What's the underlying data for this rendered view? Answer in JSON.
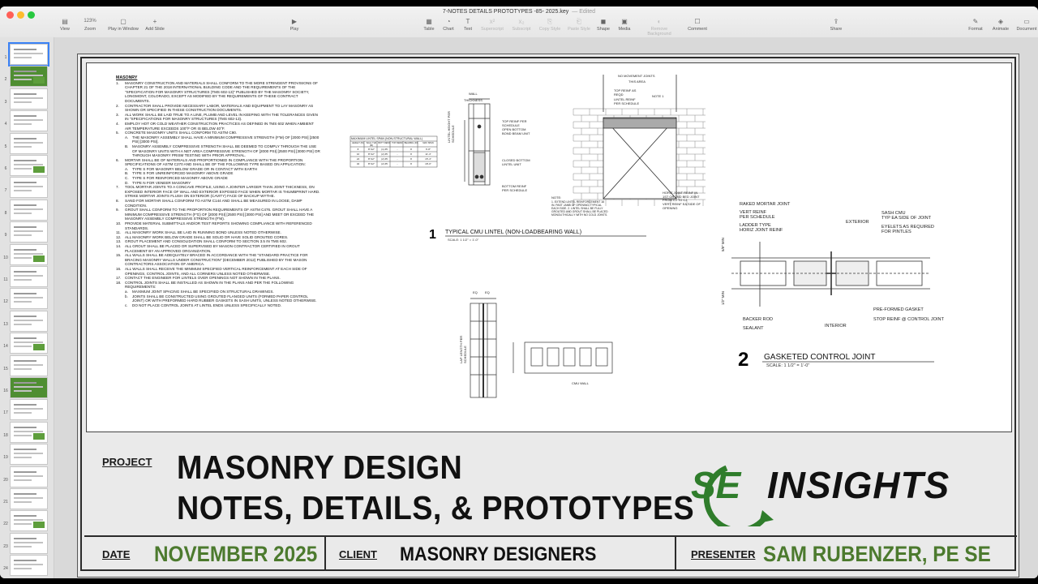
{
  "window": {
    "title": "7-NOTES DETAILS PROTOTYPES -85- 2025.key",
    "status": "— Edited"
  },
  "toolbar": {
    "zoom_value": "123%",
    "items": [
      {
        "label": "View",
        "icon": "sidebar-icon"
      },
      {
        "label": "Zoom",
        "icon": "zoom-icon"
      },
      {
        "label": "Play in Window",
        "icon": "window-icon"
      },
      {
        "label": "Add Slide",
        "icon": "plus-icon"
      },
      {
        "label": "Play",
        "icon": "play-icon"
      },
      {
        "label": "Table",
        "icon": "table-icon"
      },
      {
        "label": "Chart",
        "icon": "chart-icon"
      },
      {
        "label": "Text",
        "icon": "text-icon"
      },
      {
        "label": "Superscript",
        "icon": "superscript-icon"
      },
      {
        "label": "Subscript",
        "icon": "subscript-icon"
      },
      {
        "label": "Copy Style",
        "icon": "copy-style-icon"
      },
      {
        "label": "Paste Style",
        "icon": "paste-style-icon"
      },
      {
        "label": "Shape",
        "icon": "shape-icon"
      },
      {
        "label": "Media",
        "icon": "media-icon"
      },
      {
        "label": "Remove Background",
        "icon": "remove-bg-icon"
      },
      {
        "label": "Comment",
        "icon": "comment-icon"
      },
      {
        "label": "Share",
        "icon": "share-icon"
      },
      {
        "label": "Format",
        "icon": "format-icon"
      },
      {
        "label": "Animate",
        "icon": "animate-icon"
      },
      {
        "label": "Document",
        "icon": "document-icon"
      }
    ]
  },
  "sidebar": {
    "slide_numbers": [
      "1",
      "2",
      "3",
      "4",
      "5",
      "6",
      "7",
      "8",
      "9",
      "10",
      "11",
      "12",
      "13",
      "14",
      "15",
      "16",
      "17",
      "18",
      "19",
      "20",
      "21",
      "22",
      "23",
      "24"
    ]
  },
  "drawing": {
    "notes_title": "MASONRY",
    "notes": [
      {
        "k": "1.",
        "t": "MASONRY CONSTRUCTION AND MATERIALS SHALL CONFORM TO THE MORE STRINGENT PROVISIONS OF CHAPTER 21 OF THE 2018 INTERNATIONAL BUILDING CODE AND THE REQUIREMENTS OF THE \"SPECIFICATION FOR MASONRY STRUCTURES (TMS 602-13)\" PUBLISHED BY THE MASONRY SOCIETY, LONGMONT, COLORADO, EXCEPT AS MODIFIED BY THE REQUIREMENTS OF THESE CONTRACT DOCUMENTS."
      },
      {
        "k": "2.",
        "t": "CONTRACTOR SHALL PROVIDE NECESSARY LABOR, MATERIALS AND EQUIPMENT TO LAY MASONRY AS SHOWN OR SPECIFIED IN THESE CONSTRUCTION DOCUMENTS."
      },
      {
        "k": "3.",
        "t": "ALL WORK SHALL BE LAID TRUE TO A LINE, PLUMB AND LEVEL IN KEEPING WITH THE TOLERANCES GIVEN IN \"SPECIFICATIONS FOR MASONRY STRUCTURES (TMS 602-13)."
      },
      {
        "k": "4.",
        "t": "EMPLOY HOT OR COLD WEATHER CONSTRUCTION PRACTICES AS DEFINED IN TMS 602 WHEN AMBIENT AIR TEMPERATURE EXCEEDS 100°F OR IS BELOW 40°F."
      },
      {
        "k": "5.",
        "t": "CONCRETE MASONRY UNITS SHALL CONFORM TO ASTM C90."
      },
      {
        "k": "A.",
        "t": "THE MASONRY ASSEMBLY SHALL HAVE A MINIMUM COMPRESSIVE STRENGTH (F'M) OF [2000 PSI] [2500 PSI] [3000 PSI].",
        "sub": true
      },
      {
        "k": "B.",
        "t": "MASONRY ASSEMBLY COMPRESSIVE STRENGTH SHALL BE DEEMED TO COMPLY THROUGH THE USE OF MASONRY UNITS WITH A NET AREA COMPRESSIVE STRENGTH OF [2000 PSI] [2500 PSI] [3000 PSI] OR THROUGH MASONRY PRISM TESTING WITH PRIOR APPROVAL.",
        "sub": true
      },
      {
        "k": "6.",
        "t": "MORTAR SHALL BE OF MATERIALS AND PROPORTIONED IN COMPLIANCE WITH THE PROPORTION SPECIFICATIONS OF ASTM C270 AND SHALL BE OF THE FOLLOWING TYPE BASED ON APPLICATION:"
      },
      {
        "k": "A.",
        "t": "TYPE S FOR MASONRY BELOW GRADE OR IN CONTACT WITH EARTH",
        "sub": true
      },
      {
        "k": "B.",
        "t": "TYPE S FOR UNREINFORCED MASONRY ABOVE GRADE",
        "sub": true
      },
      {
        "k": "C.",
        "t": "TYPE S FOR REINFORCED MASONRY ABOVE GRADE",
        "sub": true
      },
      {
        "k": "D.",
        "t": "TYPE N FOR VENEER MASONRY",
        "sub": true
      },
      {
        "k": "7.",
        "t": "TOOL MORTAR JOINTS TO A CONCAVE PROFILE, USING A JOINTER LARGER THAN JOINT THICKNESS, ON EXPOSED INTERIOR FACE OF WALL AND EXTERIOR EXPOSED FACE WHEN MORTAR IS THUMBPRINT HARD. STRIKE MORTAR JOINTS FLUSH ON EXTERIOR (CAVITY) FACE OF BACKUP WYTHE."
      },
      {
        "k": "8.",
        "t": "SAND FOR MORTAR SHALL CONFORM TO ASTM C144 AND SHALL BE MEASURED IN LOOSE, DAMP CONDITION."
      },
      {
        "k": "9.",
        "t": "GROUT SHALL CONFORM TO THE PROPORTION REQUIREMENTS OF ASTM C476. GROUT SHALL HAVE A MINIMUM COMPRESSIVE STRENGTH (F'G) OF [2000 PSI] [2500 PSI] [3000 PSI] AND MEET OR EXCEED THE MASONRY ASSEMBLY COMPRESSIVE STRENGTH (F'M)."
      },
      {
        "k": "10.",
        "t": "PROVIDE MATERIAL SUBMITTALS AND/OR TEST REPORTS SHOWING COMPLIANCE WITH REFERENCED STANDARDS."
      },
      {
        "k": "11.",
        "t": "ALL MASONRY WORK SHALL BE LAID IN RUNNING BOND UNLESS NOTED OTHERWISE."
      },
      {
        "k": "12.",
        "t": "ALL MASONRY WORK BELOW GRADE SHALL BE SOLID OR HAVE SOLID GROUTED CORES."
      },
      {
        "k": "13.",
        "t": "GROUT PLACEMENT AND CONSOLIDATION SHALL CONFORM TO SECTION 3.5 IN TMS 602."
      },
      {
        "k": "14.",
        "t": "ALL GROUT SHALL BE PLACED OR SUPERVISED BY MASON CONTRACTOR CERTIFIED IN GROUT PLACEMENT BY AN APPROVED ORGANIZATION."
      },
      {
        "k": "15.",
        "t": "ALL WALLS SHALL BE ADEQUATELY BRACED IN ACCORDANCE WITH THE \"STANDARD PRACTICE FOR BRACING MASONRY WALLS UNDER CONSTRUCTION\" (DECEMBER 2012) PUBLISHED BY THE MASON CONTRACTORS ASSOCIATION OF AMERICA."
      },
      {
        "k": "16.",
        "t": "ALL WALLS SHALL RECEIVE THE MINIMUM SPECIFIED VERTICAL REINFORCEMENT AT EACH SIDE OF OPENINGS, CONTROL JOINTS, AND ALL CORNERS UNLESS NOTED OTHERWISE."
      },
      {
        "k": "17.",
        "t": "CONTACT THE ENGINEER FOR LINTELS OVER OPENINGS NOT SHOWN IN THE PLANS."
      },
      {
        "k": "18.",
        "t": "CONTROL JOINTS SHALL BE INSTALLED AS SHOWN IN THE PLANS AND PER THE FOLLOWING REQUIREMENTS:"
      },
      {
        "k": "a.",
        "t": "MAXIMUM JOINT SPACING SHALL BE SPECIFIED ON STRUCTURAL DRAWINGS.",
        "sub": true
      },
      {
        "k": "b.",
        "t": "JOINTS SHALL BE CONSTRUCTED USING GROUTED FLANGED UNITS (FORMED PAPER CONTROL JOINT) OR WITH PREFORMED HARD RUBBER GASKETS IN SASH UNITS, UNLESS NOTED OTHERWISE.",
        "sub": true
      },
      {
        "k": "c.",
        "t": "DO NOT PLACE CONTROL JOINTS AT LINTEL ENDS UNLESS SPECIFICALLY NOTED.",
        "sub": true
      }
    ],
    "detail1": {
      "number": "1",
      "title": "TYPICAL CMU LINTEL (NON-LOADBEARING WALL)",
      "scale": "SCALE: 1 1/2\" = 1'-0\"",
      "table_title": "MAXIMUM LINTEL SPAN (NON-STRUCTURAL WALL)",
      "table_headers": [
        "HEIGHT (IN)",
        "WALL THK (IN)",
        "BOTT REINF",
        "TOP REINF",
        "BEARING (IN)",
        "MAX SPAN"
      ],
      "table_rows": [
        [
          "8",
          "8\"/12\"",
          "(1) #5",
          "-",
          "8",
          "6'-8\""
        ],
        [
          "16",
          "8\"/12\"",
          "(2) #5",
          "-",
          "8",
          "11'-4\""
        ],
        [
          "24",
          "8\"/12\"",
          "(2) #5",
          "-",
          "8",
          "15'-4\""
        ],
        [
          "32",
          "8\"/12\"",
          "(2) #5",
          "-",
          "8",
          "18'-0\""
        ]
      ],
      "labels": {
        "wall": "WALL",
        "thickness": "THICKNESS",
        "top_reinf": "TOP REINF PER SCHEDULE",
        "open_bottom": "OPEN BOTTOM BOND BEAM UNIT",
        "closed_bottom": "CLOSED BOTTOM LINTEL UNIT",
        "bottom_reinf": "BOTTOM REINF PER SCHEDULE",
        "lintel_height": "LINTEL HEIGHT PER SCHEDULE",
        "no_movement": "NO MOVEMENT JOINTS",
        "this_area": "THIS AREA",
        "top_reinf_req": "TOP REINF AS REQD",
        "lintel_reinf": "LINTEL REINF PER SCHEDULE",
        "note1": "NOTE 1",
        "horiz_joint": "HORIZ JOINT REINF IN 1ST OR 2ND BED JOINT FROM CJ TO CJ",
        "vert_reinf": "VERT REINF EA SIDE OF OPENING",
        "note_title": "NOTE:",
        "note_text": "1. EXTEND LINTEL REINFORCEMENT 16 IN. PAST JAMB OF OPENING, TYPICAL EACH SIDE. 2. LINTEL SHALL BE FULLY GROUTED AND GROUT SHALL BE PLACED MONOLITHICALLY WITH NO COLD JOINTS.",
        "cmu_wall": "CMU WALL",
        "eq": "EQ",
        "lap_length": "LAP LENGTH PER SCHEDULE"
      }
    },
    "detail2": {
      "number": "2",
      "title": "GASKETED CONTROL JOINT",
      "scale": "SCALE: 1 1/2\" = 1'-0\"",
      "labels": {
        "raked": "RAKED MORTAR JOINT",
        "vert_reinf": "VERT REINF",
        "per_schedule": "PER SCHEDULE",
        "ladder": "LADDER TYPE",
        "horiz": "HORIZ JOINT REINF",
        "exterior": "EXTERIOR",
        "sash": "SASH CMU",
        "sash2": "TYP EA SIDE OF JOINT",
        "eyelets": "EYELETS AS REQUIRED",
        "eyelets2": "FOR PINTLES",
        "dim_top": "5/8\" MIN",
        "dim_bot": "1/2\" MIN",
        "gasket": "PRE-FORMED GASKET",
        "backer": "BACKER ROD",
        "stop": "STOP REINF @ CONTROL JOINT",
        "interior": "INTERIOR",
        "sealant": "SEALANT"
      }
    }
  },
  "title_block": {
    "project_label": "PROJECT",
    "project_line1": "MASONRY DESIGN",
    "project_line2": "NOTES, DETAILS, & PROTOTYPES",
    "date_label": "DATE",
    "date_value": "NOVEMBER 2025",
    "client_label": "CLIENT",
    "client_value": "MASONRY DESIGNERS",
    "presenter_label": "PRESENTER",
    "presenter_value": "SAM RUBENZER, PE SE",
    "logo_se": "SE",
    "logo_insights": "INSIGHTS"
  },
  "colors": {
    "brand_green": "#4c7a2e",
    "logo_green": "#2f7d2b",
    "selection_blue": "#3b82f6"
  }
}
